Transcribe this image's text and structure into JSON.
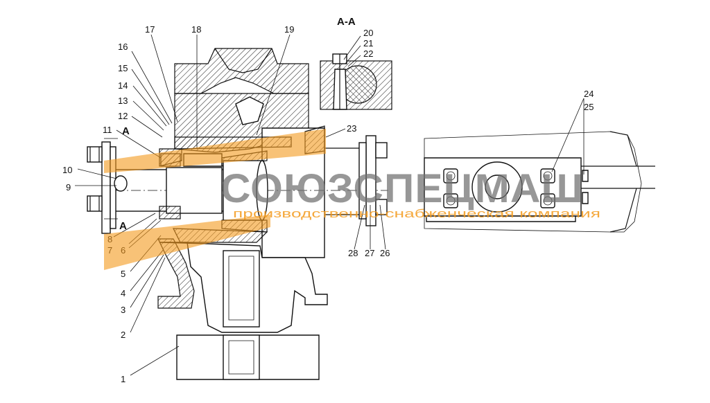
{
  "section_label_main": "А-А",
  "section_marks": [
    "А",
    "А"
  ],
  "part_numbers": [
    "1",
    "2",
    "3",
    "4",
    "5",
    "6",
    "7",
    "8",
    "9",
    "10",
    "11",
    "12",
    "13",
    "14",
    "15",
    "16",
    "17",
    "18",
    "19",
    "20",
    "21",
    "22",
    "23",
    "24",
    "25",
    "26",
    "27",
    "28"
  ],
  "watermark": {
    "title": "СОЮЗСПЕЦМАШ",
    "subtitle": "производственно-снабженческая компания",
    "accent_color": "#f39a1c",
    "title_color": "#6f6f6f"
  }
}
